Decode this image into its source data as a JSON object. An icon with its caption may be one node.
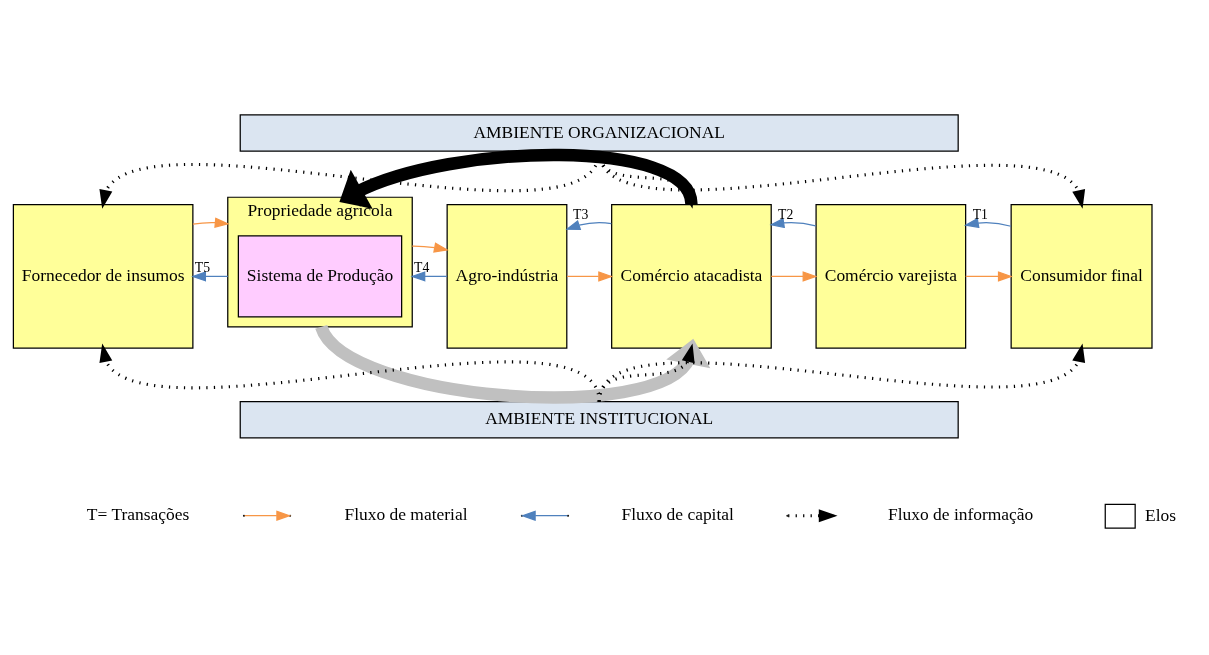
{
  "diagram": {
    "nodes": [
      {
        "text": [
          "AMBIENTE ORGANIZACIONAL"
        ]
      },
      {
        "text": [
          "Fornecedor de insumos"
        ]
      },
      {
        "text": [
          "Propriedade agrícola"
        ]
      },
      {
        "text": [
          "Sistema de Produção"
        ],
        "in": 2
      },
      {
        "text": [
          "Agro-indústria"
        ]
      },
      {
        "text": [
          "Comércio atacadista"
        ]
      },
      {
        "text": [
          "Comércio varejista"
        ]
      },
      {
        "text": [
          "Consumidor final"
        ]
      },
      {
        "text": [
          "AMBIENTE INSTITUCIONAL"
        ]
      }
    ],
    "edges": [
      {
        "from": 1,
        "to": 2,
        "arrow": "to",
        "color": "#f79646"
      },
      {
        "from": 2,
        "to": 1,
        "arrow": "to",
        "color": "#4f81bd",
        "label": "T5"
      },
      {
        "from": 2,
        "to": 4,
        "arrow": "to",
        "color": "#f79646"
      },
      {
        "from": 4,
        "to": 2,
        "arrow": "to",
        "color": "#4f81bd",
        "label": "T4"
      },
      {
        "from": 4,
        "to": 5,
        "arrow": "to",
        "color": "#f79646"
      },
      {
        "from": 5,
        "to": 4,
        "arrow": "to",
        "color": "#4f81bd",
        "label": "T3"
      },
      {
        "from": 5,
        "to": 6,
        "arrow": "to",
        "color": "#f79646"
      },
      {
        "from": 6,
        "to": 5,
        "arrow": "to",
        "color": "#4f81bd",
        "label": "T2"
      },
      {
        "from": 6,
        "to": 7,
        "arrow": "to",
        "color": "#f79646"
      },
      {
        "from": 7,
        "to": 6,
        "arrow": "to",
        "color": "#4f81bd",
        "label": "T1"
      },
      {
        "from": 0,
        "to": 1,
        "arrow": "to",
        "style": "dashed"
      },
      {
        "from": 0,
        "to": 5,
        "arrow": "to",
        "style": "dashed"
      },
      {
        "from": 0,
        "to": 7,
        "arrow": "to",
        "style": "dashed"
      },
      {
        "from": 2,
        "to": 5,
        "arrow": "to",
        "style": "thick",
        "color": "#c0c0c0"
      },
      {
        "from": 5,
        "to": 2,
        "arrow": "to",
        "style": "thick"
      },
      {
        "from": 8,
        "to": 1,
        "arrow": "to",
        "style": "dashed"
      },
      {
        "from": 8,
        "to": 5,
        "arrow": "to",
        "style": "dashed"
      },
      {
        "from": 8,
        "to": 7,
        "arrow": "to",
        "style": "dashed"
      }
    ],
    "labels": [
      "T= Transações"
    ],
    "legend": [
      {
        "text": "Fluxo de material"
      },
      {
        "text": "Fluxo de capital"
      },
      {
        "text": "Fluxo de informação"
      },
      {
        "text": "Elos"
      }
    ]
  }
}
